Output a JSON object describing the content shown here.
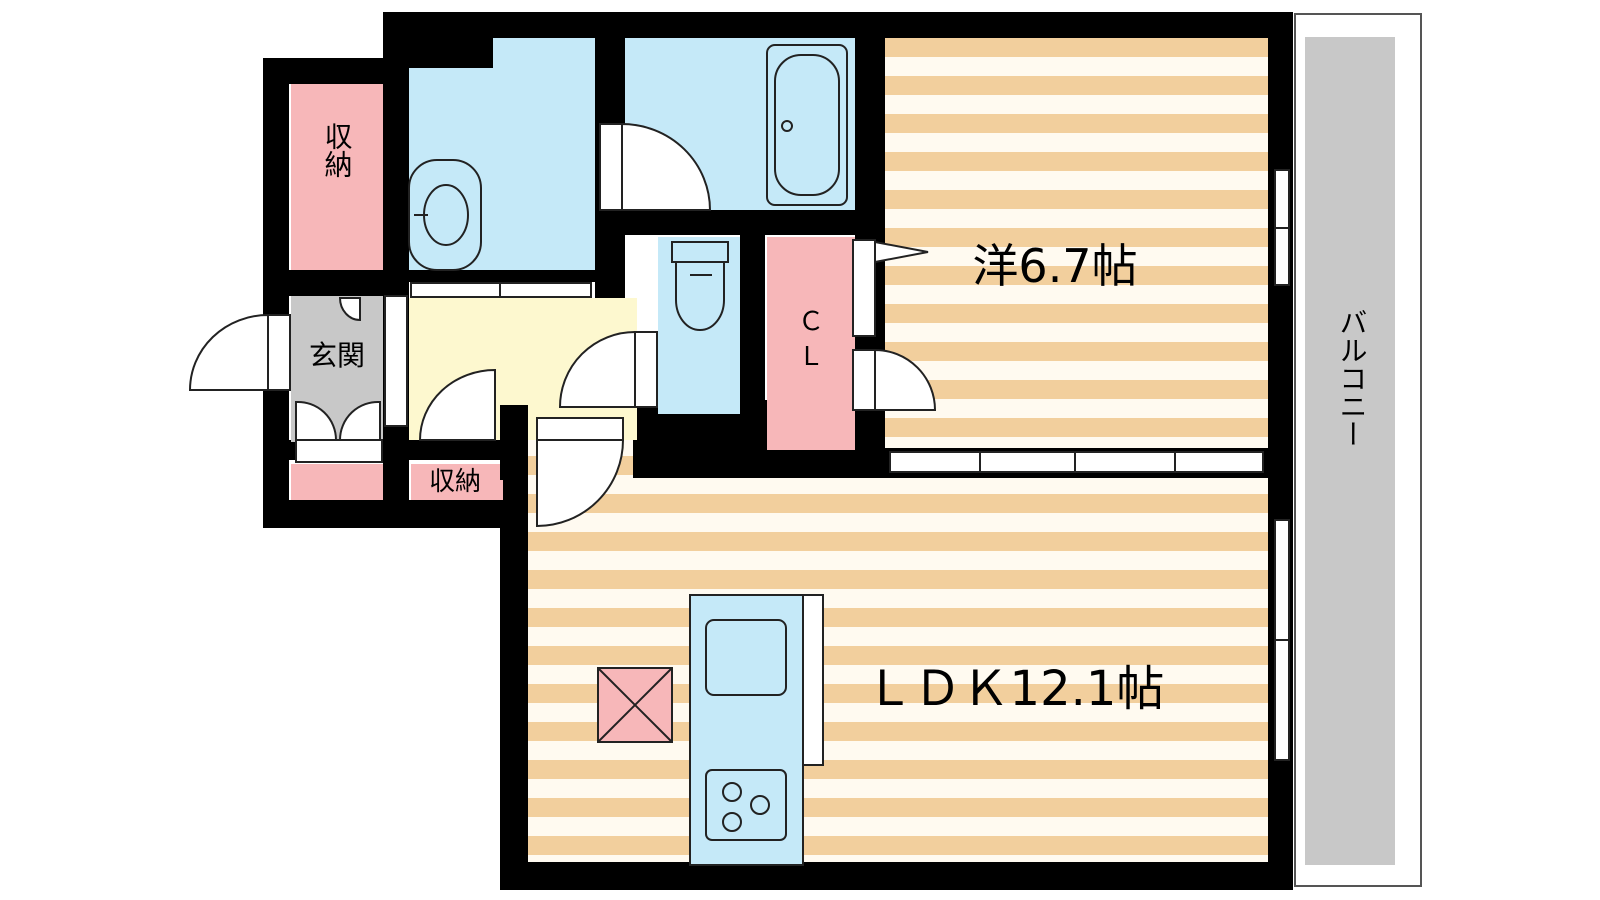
{
  "rooms": {
    "western_room": "洋6.7帖",
    "ldk": "ＬＤＫ12.1帖",
    "entrance": "玄関",
    "storage_top_left": "収納",
    "storage_bottom": "収納",
    "closet_line1": "Ｃ",
    "closet_line2": "Ｌ",
    "balcony": "バルコニー"
  },
  "colors": {
    "wall": "#000000",
    "wet_area": "#c5e9f8",
    "storage": "#f7b7b9",
    "hall": "#fdf8cf",
    "entrance": "#c8c8c8",
    "floor_stripe": "#f2cf9d",
    "floor_base": "#fffaf0",
    "balcony": "#c8c8c8",
    "fixture_line": "#222222"
  }
}
